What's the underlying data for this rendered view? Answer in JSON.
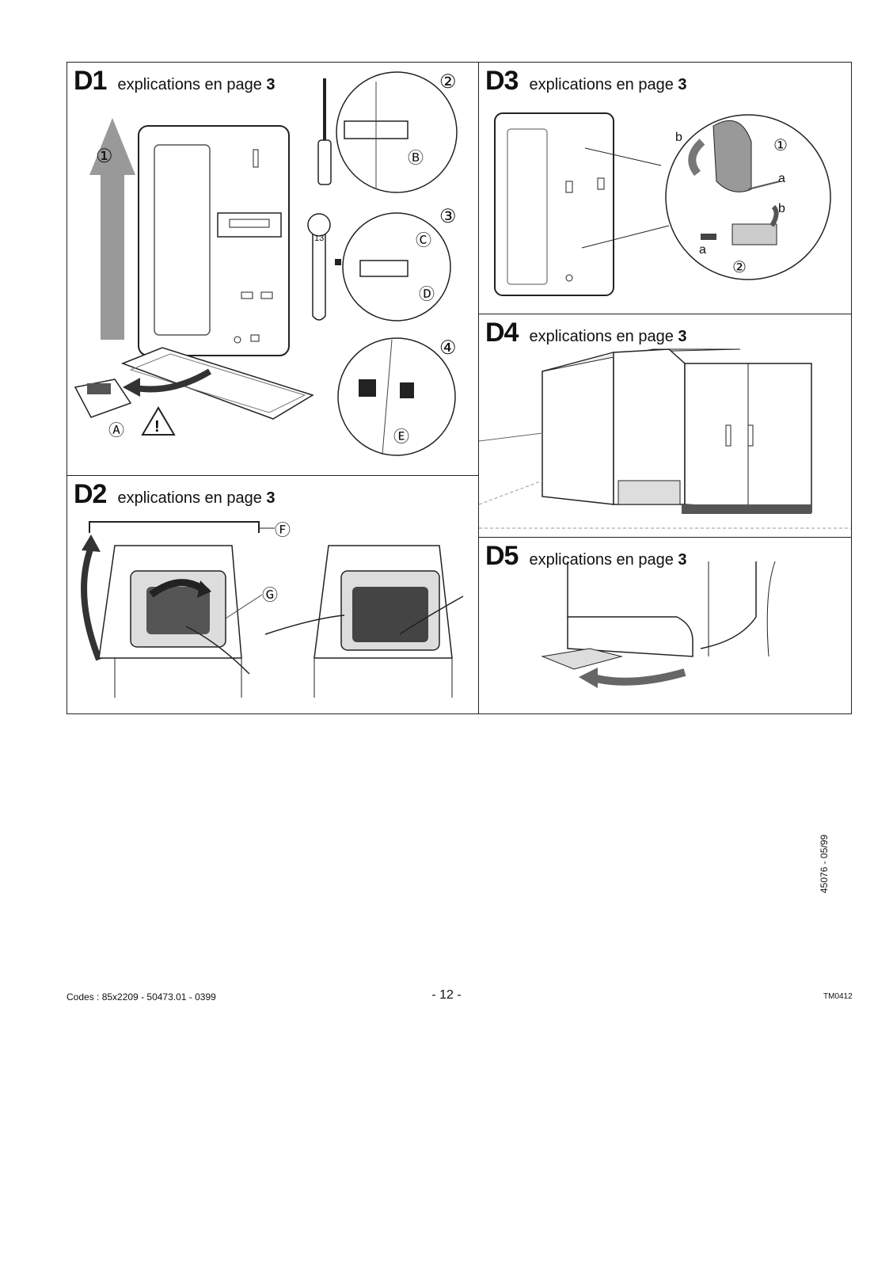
{
  "panels": {
    "d1": {
      "code": "D1",
      "text": "explications en page",
      "page": "3"
    },
    "d2": {
      "code": "D2",
      "text": "explications en page",
      "page": "3"
    },
    "d3": {
      "code": "D3",
      "text": "explications en page",
      "page": "3"
    },
    "d4": {
      "code": "D4",
      "text": "explications en page",
      "page": "3"
    },
    "d5": {
      "code": "D5",
      "text": "explications en page",
      "page": "3"
    }
  },
  "callouts": {
    "step1": "①",
    "step2": "②",
    "step3": "③",
    "step4": "④",
    "a": "Ⓐ",
    "b": "Ⓑ",
    "c": "Ⓒ",
    "d": "Ⓓ",
    "e": "Ⓔ",
    "f": "Ⓕ",
    "g": "Ⓖ",
    "wrench_size": "13",
    "small_a": "a",
    "small_b": "b",
    "num1": "1",
    "num2": "2"
  },
  "footer": {
    "codes": "Codes : 85x2209 - 50473.01 - 0399",
    "page_number": "- 12 -",
    "ref": "TM0412",
    "vertical": "45076 - 05/99"
  }
}
